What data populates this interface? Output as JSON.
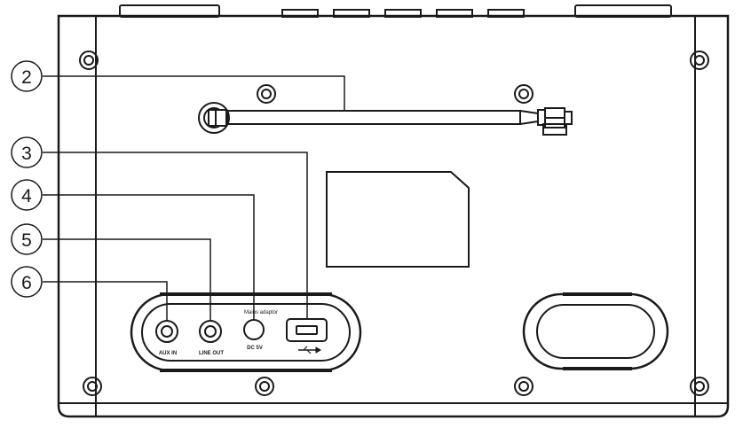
{
  "callouts": [
    {
      "number": "2",
      "target": "telescopic-antenna"
    },
    {
      "number": "3",
      "target": "usb-port"
    },
    {
      "number": "4",
      "target": "dc-in-jack"
    },
    {
      "number": "5",
      "target": "line-out-jack"
    },
    {
      "number": "6",
      "target": "aux-in-jack"
    }
  ],
  "port_labels": {
    "aux": "AUX IN",
    "line_out": "LINE OUT",
    "dc_top": "Mains adaptor",
    "dc_bottom": "DC 5V",
    "usb_icon": "usb-icon"
  },
  "colors": {
    "line": "#1a1a1a",
    "background": "#ffffff"
  }
}
